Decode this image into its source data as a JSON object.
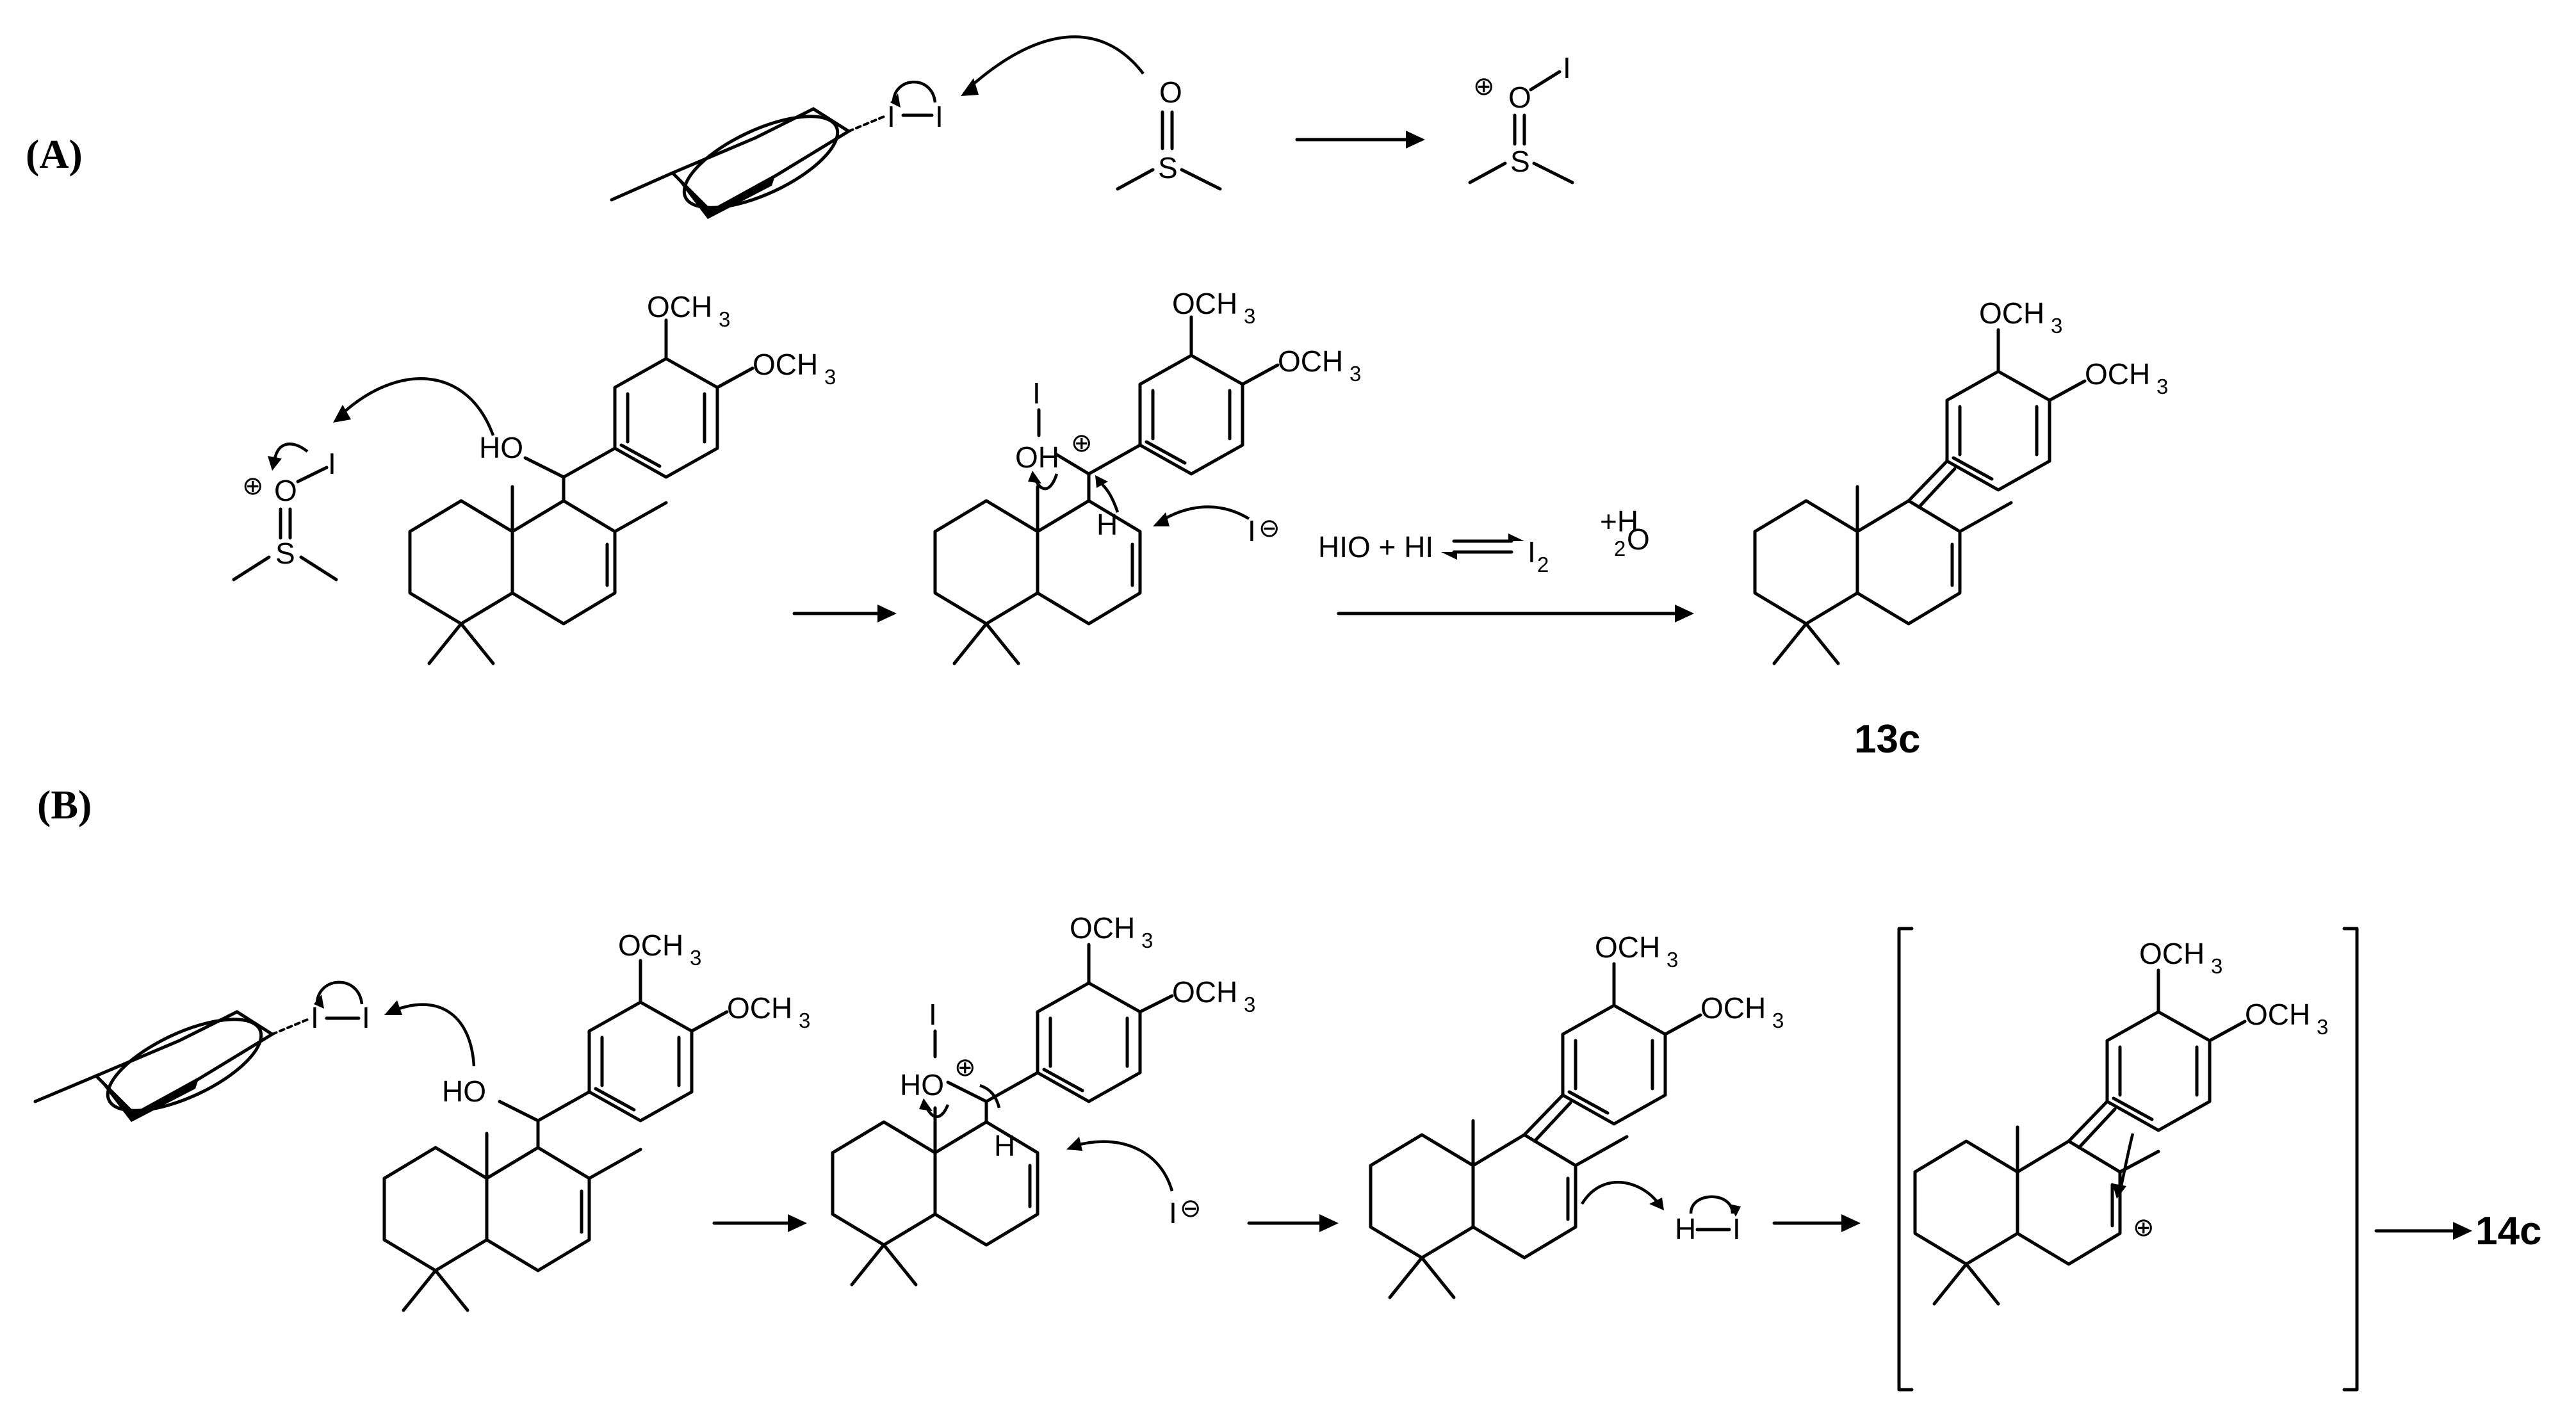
{
  "panels": {
    "a": "(A)",
    "b": "(B)"
  },
  "atoms": {
    "iodine": "I",
    "oxygen": "O",
    "sulfur": "S",
    "hydrogen": "H",
    "hydroxyl": "HO",
    "oh": "OH",
    "methoxy": "OCH",
    "sub3": "3",
    "sub2": "2",
    "plus": "⊕",
    "minus": "⊖"
  },
  "reagents": {
    "hio_hi": "HIO + HI",
    "i2": "I",
    "plus_h": "+H",
    "h2o_o": "O"
  },
  "compounds": {
    "c13": "13c",
    "c14": "14c"
  }
}
